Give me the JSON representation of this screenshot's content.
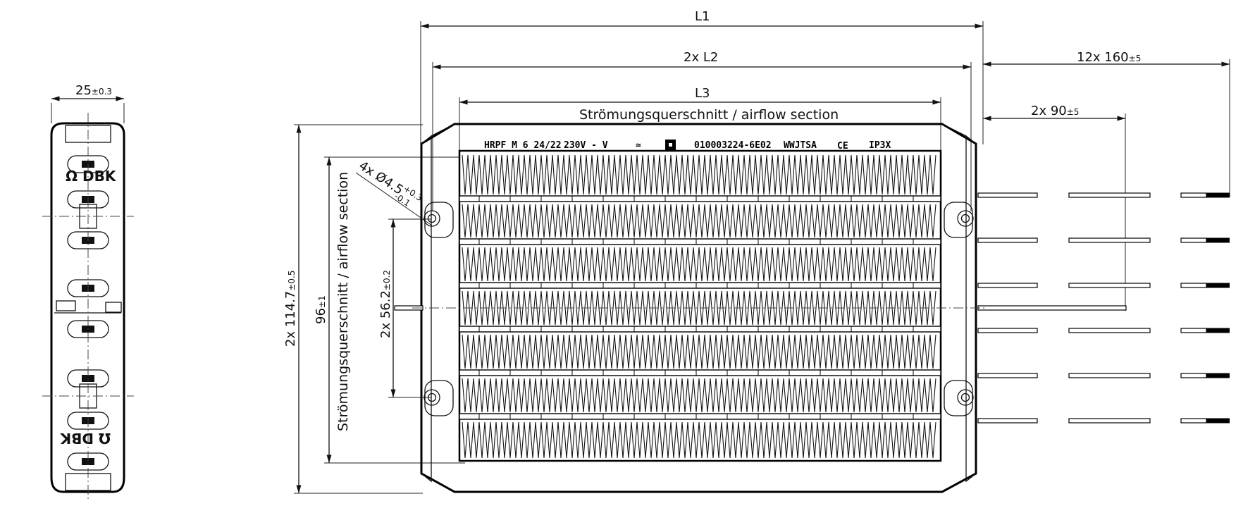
{
  "side_view": {
    "width_dim": "25",
    "width_tol": "±0.3",
    "logo_top": "DBK",
    "logo_bottom": "DBK"
  },
  "front_view": {
    "dim_l1": "L1",
    "dim_l2": "2x L2",
    "dim_l3": "L3",
    "airflow_label": "Strömungsquerschnitt / airflow section",
    "airflow_label_vertical": "Strömungsquerschnitt / airflow section",
    "height_total": "2x 114.7",
    "height_total_tol": "±0.5",
    "height_96": "96",
    "height_96_tol": "±1",
    "hole_spacing": "2x 56.2",
    "hole_spacing_tol": "±0.2",
    "hole_dia": "4x Ø4.5",
    "hole_dia_tol_upper": "+0.3",
    "hole_dia_tol_lower": "-0.1",
    "wire_len_total": "12x 160",
    "wire_len_total_tol": "±5",
    "wire_len_center": "2x 90",
    "wire_len_center_tol": "±5"
  },
  "label_strip": {
    "model": "HRPF M 6 24/22",
    "voltage": "230V - V",
    "ac_symbol": "≃",
    "part_number": "010003224-6E02",
    "code": "WWJTSA",
    "ce_mark": "CE",
    "ip_rating": "IP3X"
  }
}
